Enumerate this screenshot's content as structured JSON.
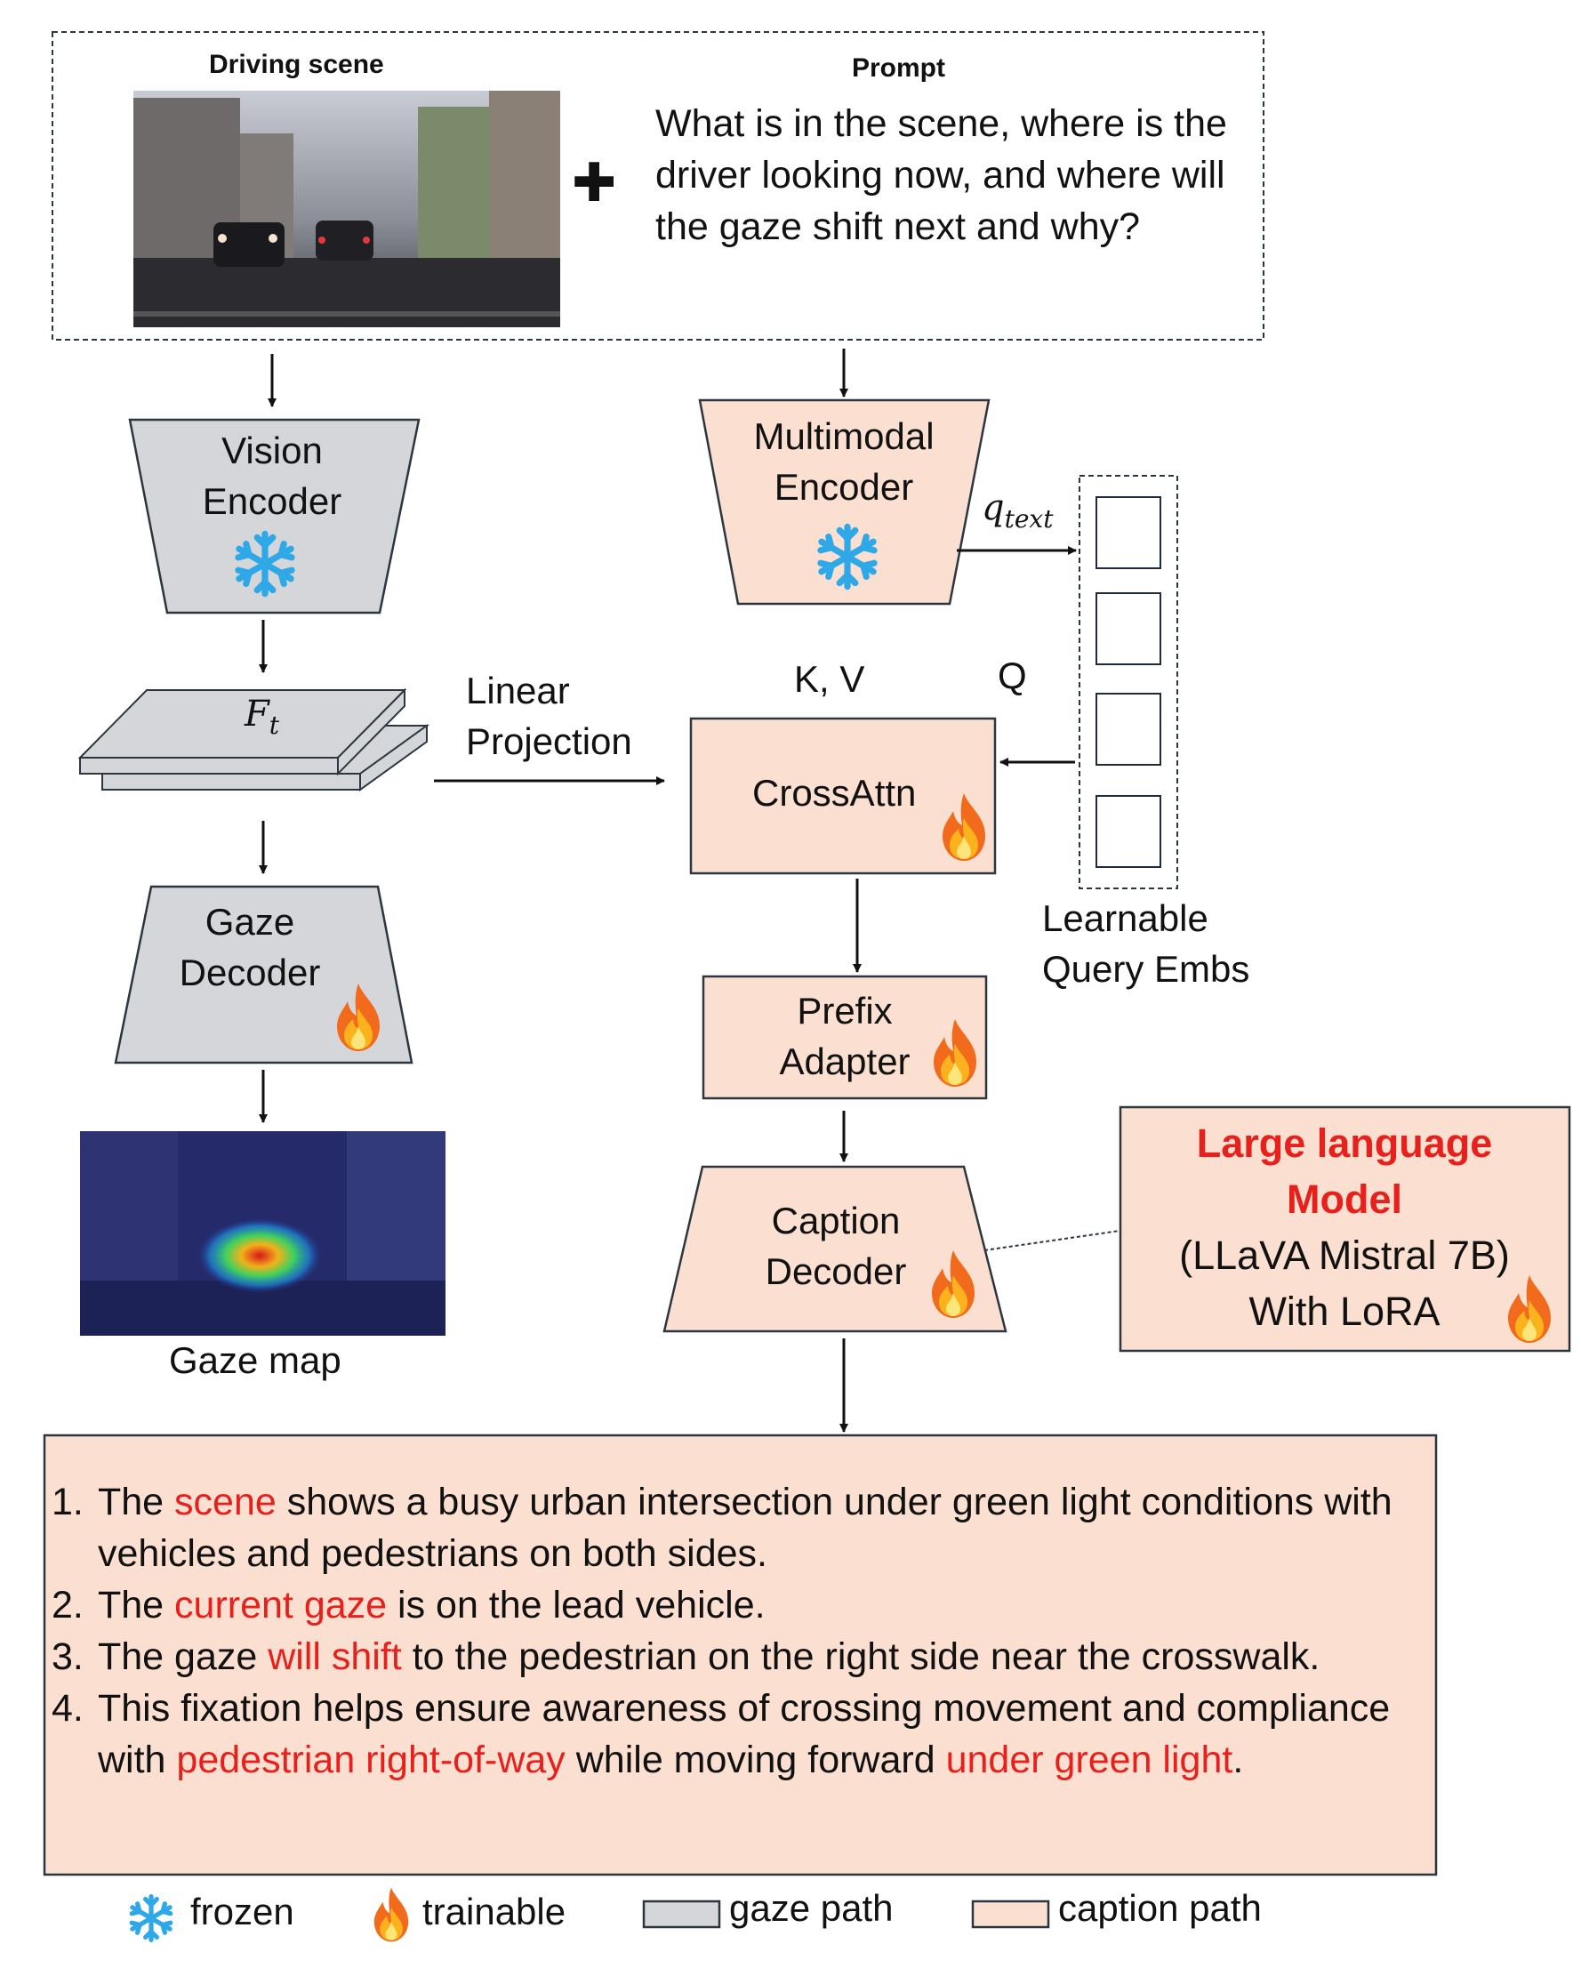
{
  "input": {
    "scene_label": "Driving scene",
    "prompt_label": "Prompt",
    "prompt_text": "What is in the scene, where is the driver looking now, and where will the gaze shift next and why?",
    "plus_symbol": "✚"
  },
  "vision_encoder": {
    "label_line1": "Vision",
    "label_line2": "Encoder",
    "icon": "snowflake-icon",
    "color": "#d4d6d9"
  },
  "multimodal_encoder": {
    "label_line1": "Multimodal",
    "label_line2": "Encoder",
    "icon": "snowflake-icon",
    "color": "#fbe0d2"
  },
  "q_text": {
    "symbol": "q",
    "subscript": "text"
  },
  "features": {
    "symbol": "F",
    "subscript": "t"
  },
  "linear_projection": {
    "line1": "Linear",
    "line2": "Projection"
  },
  "kv_label": "K, V",
  "q_label": "Q",
  "cross_attn": {
    "label": "CrossAttn",
    "icon": "flame-icon"
  },
  "learnable_query": {
    "line1": "Learnable",
    "line2": "Query Embs",
    "slots": 4
  },
  "gaze_decoder": {
    "label_line1": "Gaze",
    "label_line2": "Decoder",
    "icon": "flame-icon"
  },
  "prefix_adapter": {
    "label_line1": "Prefix",
    "label_line2": "Adapter",
    "icon": "flame-icon"
  },
  "caption_decoder": {
    "label_line1": "Caption",
    "label_line2": "Decoder",
    "icon": "flame-icon"
  },
  "llm": {
    "title_line1": "Large language",
    "title_line2": "Model",
    "model_line": "(LLaVA Mistral 7B)",
    "lora_line": "With LoRA",
    "title_color": "#e8201b"
  },
  "gaze_map_label": "Gaze map",
  "captions": [
    [
      {
        "t": "The ",
        "hl": false
      },
      {
        "t": "scene",
        "hl": true
      },
      {
        "t": " shows a busy urban intersection under green light conditions with vehicles and pedestrians on both sides.",
        "hl": false
      }
    ],
    [
      {
        "t": "The ",
        "hl": false
      },
      {
        "t": "current gaze",
        "hl": true
      },
      {
        "t": " is on the lead vehicle.",
        "hl": false
      }
    ],
    [
      {
        "t": "The gaze ",
        "hl": false
      },
      {
        "t": "will shift",
        "hl": true
      },
      {
        "t": " to the pedestrian on the right side near the crosswalk.",
        "hl": false
      }
    ],
    [
      {
        "t": "This fixation helps ensure awareness of crossing movement and compliance with ",
        "hl": false
      },
      {
        "t": "pedestrian right-of-way",
        "hl": true
      },
      {
        "t": " while moving forward ",
        "hl": false
      },
      {
        "t": "under green light",
        "hl": true
      },
      {
        "t": ".",
        "hl": false
      }
    ]
  ],
  "legend": {
    "frozen": "frozen",
    "trainable": "trainable",
    "gaze_path": "gaze path",
    "caption_path": "caption path",
    "gaze_color": "#d4d6d9",
    "caption_color": "#fbe0d2"
  }
}
